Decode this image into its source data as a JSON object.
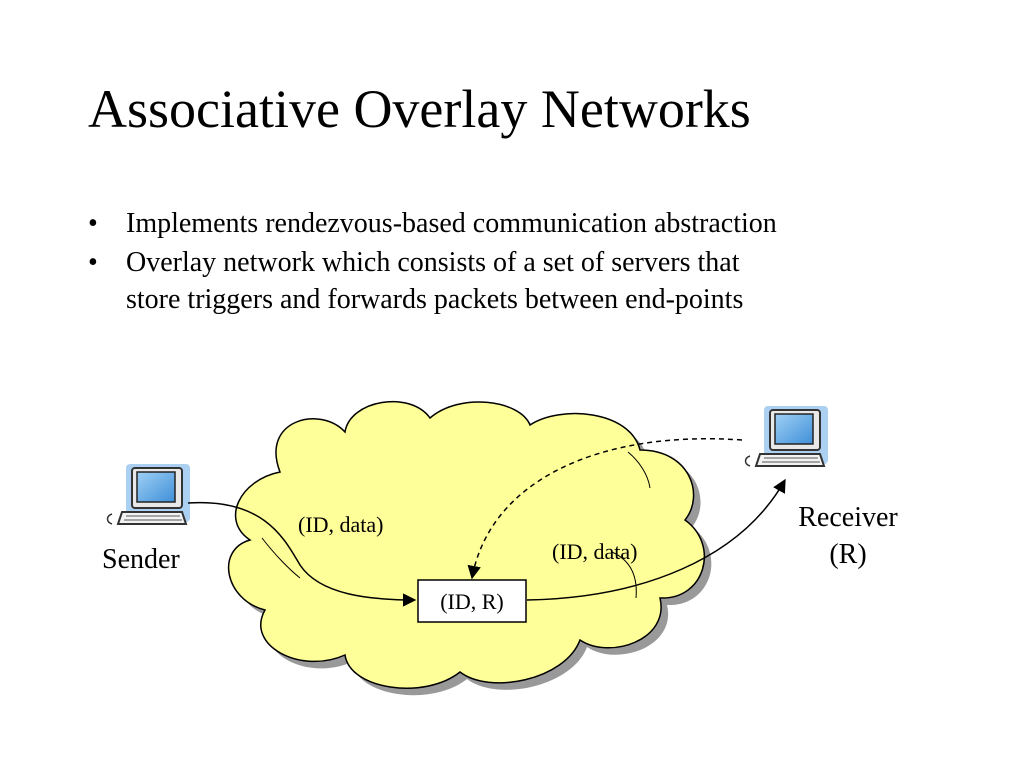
{
  "slide": {
    "title": "Associative Overlay Networks",
    "bullets": [
      {
        "text": "Implements rendezvous-based communication abstraction"
      },
      {
        "lines": [
          "Overlay network which consists of a set of servers that",
          "store triggers and forwards packets between end-points"
        ]
      }
    ],
    "bullet_marker": "•"
  },
  "diagram": {
    "cloud_color": "#ffff99",
    "cloud_shadow_color": "#999999",
    "sender_label": "Sender",
    "receiver_label_line1": "Receiver",
    "receiver_label_line2": "(R)",
    "packet_label_left": "(ID, data)",
    "packet_label_right": "(ID, data)",
    "trigger_label": "(ID, R)",
    "sender_icon": "computer-icon",
    "receiver_icon": "computer-icon"
  }
}
